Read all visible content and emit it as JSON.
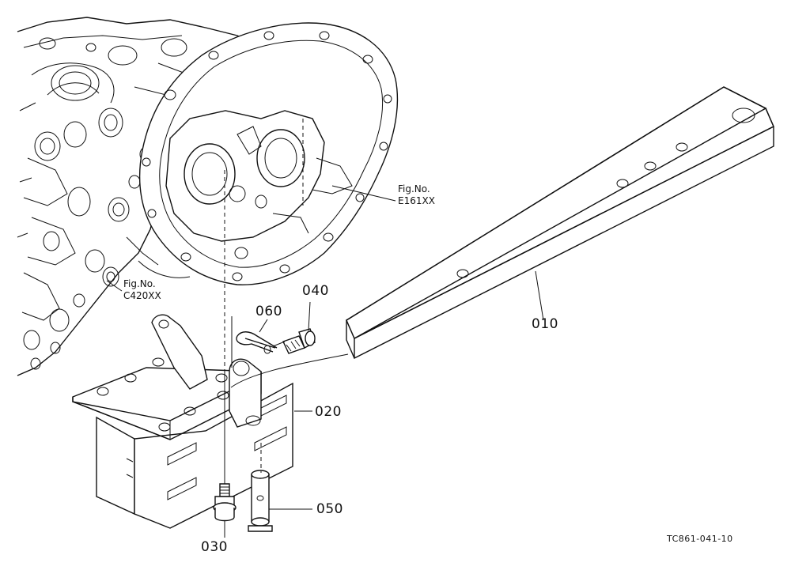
{
  "figure_refs": [
    {
      "line1": "Fig.No.",
      "line2": "E161XX"
    },
    {
      "line1": "Fig.No.",
      "line2": "C420XX"
    }
  ],
  "parts": [
    {
      "number": "010"
    },
    {
      "number": "020"
    },
    {
      "number": "030"
    },
    {
      "number": "040"
    },
    {
      "number": "050"
    },
    {
      "number": "060"
    }
  ],
  "drawing_code": "TC861-041-10"
}
